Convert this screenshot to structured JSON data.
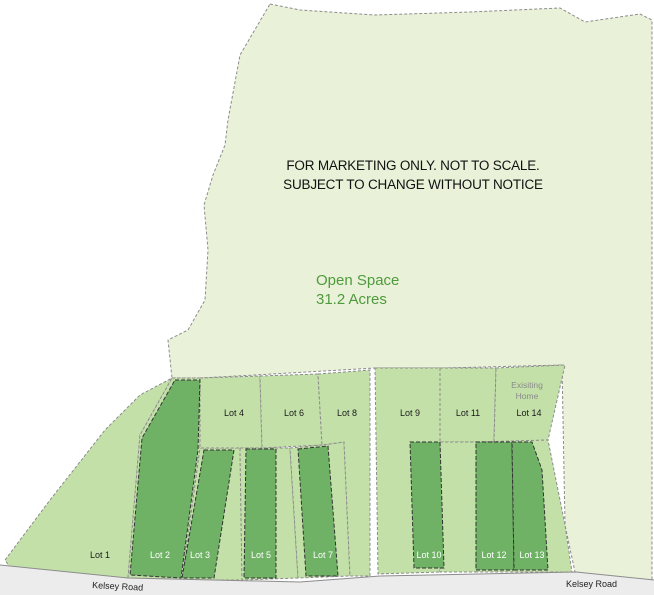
{
  "notice": {
    "line1": "FOR MARKETING ONLY. NOT TO SCALE.",
    "line2": "SUBJECT TO CHANGE WITHOUT NOTICE"
  },
  "open_space": {
    "name": "Open Space",
    "area": "31.2 Acres"
  },
  "existing_home": {
    "line1": "Exisiting",
    "line2": "Home"
  },
  "lots": {
    "lot1": "Lot 1",
    "lot2": "Lot 2",
    "lot3": "Lot 3",
    "lot4": "Lot 4",
    "lot5": "Lot 5",
    "lot6": "Lot 6",
    "lot7": "Lot 7",
    "lot8": "Lot 8",
    "lot9": "Lot 9",
    "lot10": "Lot 10",
    "lot11": "Lot 11",
    "lot12": "Lot 12",
    "lot13": "Lot 13",
    "lot14": "Lot 14"
  },
  "roads": {
    "left": "Kelsey Road",
    "right": "Kelsey Road"
  },
  "colors": {
    "open_space_fill": "#e9f2d9",
    "lot_fill": "#c3e0a9",
    "building_envelope": "#6fb165",
    "boundary": "#8c8c8c",
    "road": "#ececec",
    "open_space_text": "#4f9a3c"
  }
}
